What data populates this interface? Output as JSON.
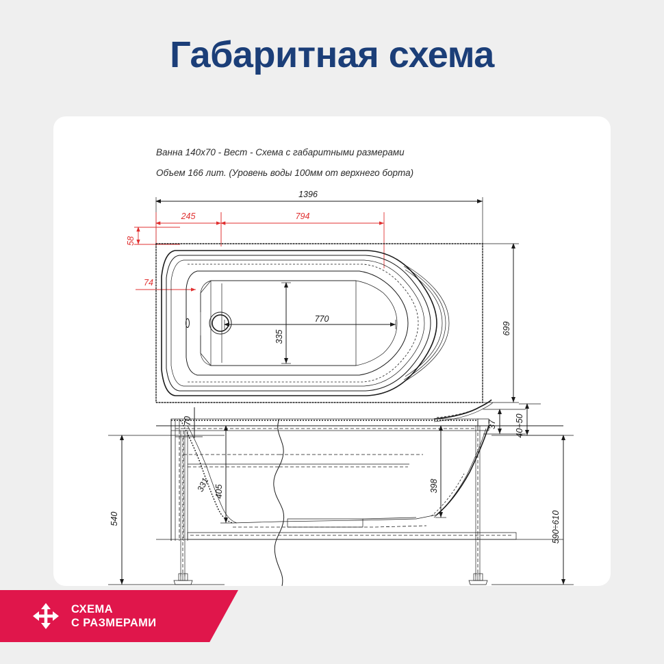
{
  "page": {
    "title": "Габаритная схема",
    "background_color": "#efefef",
    "title_color": "#1b3e78"
  },
  "card": {
    "caption_line1": "Ванна 140x70 - Вест - Схема с габаритными размерами",
    "caption_line2": "Объем 166 лит. (Уровень воды 100мм от верхнего борта)"
  },
  "drawing": {
    "type": "technical-dimension-drawing",
    "subject": "bathtub 140x70 Vest",
    "views": [
      "plan-view",
      "side-section-view"
    ],
    "colors": {
      "line": "#1a1a1a",
      "dimension_red": "#e03030",
      "dimension_black": "#1a1a1a"
    },
    "dimensions": {
      "plan_overall_length": "1396",
      "plan_offset_left": "245",
      "plan_inner_span": "794",
      "plan_rim_top": "58",
      "plan_rim_left": "74",
      "plan_overall_width": "699",
      "plan_inner_width": "335",
      "plan_inner_length": "770",
      "side_rim_width": "70",
      "side_drain_depth": "331",
      "side_inner_depth_left": "405",
      "side_inner_depth_right": "398",
      "side_total_height": "540",
      "side_rim_thickness": "37",
      "side_rim_stack": "40+50",
      "side_leg_height": "590÷610"
    }
  },
  "banner": {
    "icon": "four-way-arrows-icon",
    "line1": "СХЕМА",
    "line2": "С РАЗМЕРАМИ",
    "background_color": "#e0164b",
    "text_color": "#ffffff"
  }
}
